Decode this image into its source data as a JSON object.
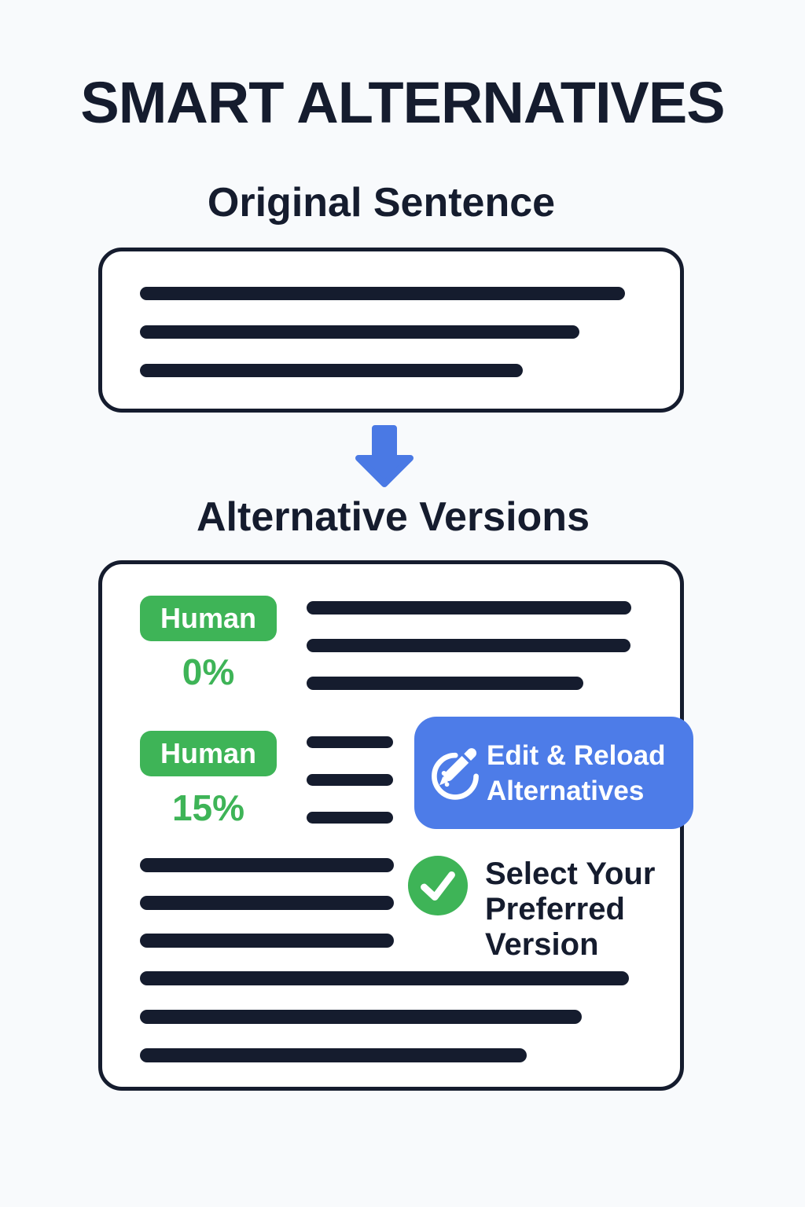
{
  "colors": {
    "dark": "#151c2e",
    "green": "#3eb457",
    "blue": "#4d7ce8",
    "arrow_blue": "#4a79e4",
    "background": "#f8fafc",
    "card_background": "#ffffff"
  },
  "header": {
    "title": "SMART ALTERNATIVES"
  },
  "original_section": {
    "heading": "Original Sentence"
  },
  "arrow": {
    "icon": "down-arrow-icon"
  },
  "alternatives_section": {
    "heading": "Alternative Versions",
    "versions": [
      {
        "badge_label": "Human",
        "human_score": "0%"
      },
      {
        "badge_label": "Human",
        "human_score": "15%"
      }
    ],
    "edit_reload_button": {
      "icon": "edit-pencil-icon",
      "label_line1": "Edit & Reload",
      "label_line2": "Alternatives"
    },
    "select_note": {
      "icon": "checkmark-icon",
      "line1": "Select Your",
      "line2": "Preferred",
      "line3": "Version"
    }
  }
}
